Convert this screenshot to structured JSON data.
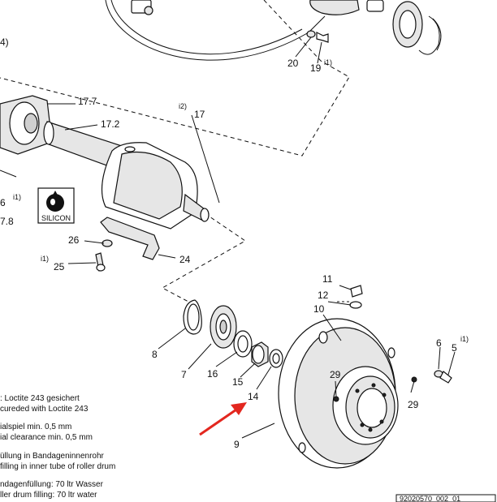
{
  "callouts": {
    "c17_7": "17.7",
    "c17_2": "17.2",
    "c17": "17",
    "i2": "i2)",
    "c20": "20",
    "c19": "19",
    "i1_top": "i1)",
    "c16_left": "6",
    "c17_8": "7.8",
    "i1_left": "i1)",
    "c26": "26",
    "c24": "24",
    "c25": "25",
    "c4": "4)",
    "c11": "11",
    "c12": "12",
    "c10": "10",
    "c8": "8",
    "c7": "7",
    "c16": "16",
    "c15": "15",
    "c14": "14",
    "c29a": "29",
    "c29b": "29",
    "c9": "9",
    "c6": "6",
    "c5": "5",
    "i1_right": "i1)"
  },
  "silicon_label": "SILICON",
  "notes": [
    ": Loctite 243 gesichert",
    "cureded with Loctite 243",
    "ialspiel min. 0,5 mm",
    "ial clearance min. 0,5 mm",
    "üllung in Bandageninnenrohr",
    "filling in inner tube of roller drum",
    "ndagenfüllung: 70 ltr Wasser",
    "ller drum filling: 70 ltr water"
  ],
  "drawing_number": "92020570_002_01",
  "colors": {
    "line": "#111111",
    "arrow": "#e3271f",
    "background": "#ffffff"
  }
}
